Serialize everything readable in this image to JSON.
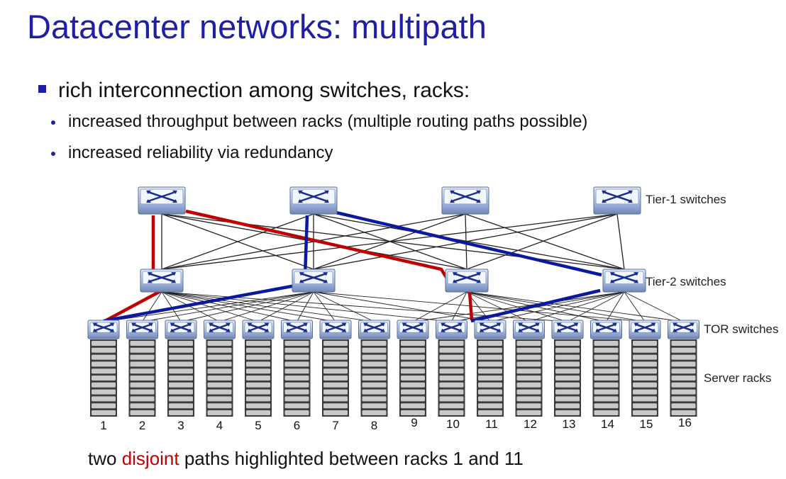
{
  "slide": {
    "title": "Datacenter networks: multipath",
    "bullet_main": "rich interconnection among switches, racks:",
    "sub_bullets": [
      "increased throughput between racks (multiple routing paths possible)",
      "increased reliability via redundancy"
    ]
  },
  "diagram": {
    "labels": {
      "tier1": "Tier-1 switches",
      "tier2": "Tier-2 switches",
      "tor": "TOR switches",
      "racks": "Server racks"
    },
    "rack_numbers": [
      "1",
      "2",
      "3",
      "4",
      "5",
      "6",
      "7",
      "8",
      "9",
      "10",
      "11",
      "12",
      "13",
      "14",
      "15",
      "16"
    ],
    "colors": {
      "path_red": "#c00000",
      "path_blue": "#0a1aa0",
      "link": "#222222",
      "switch": "#9eb4dc"
    }
  },
  "caption": {
    "before": "two ",
    "highlight": "disjoint",
    "after": " paths highlighted between racks 1 and 11"
  }
}
